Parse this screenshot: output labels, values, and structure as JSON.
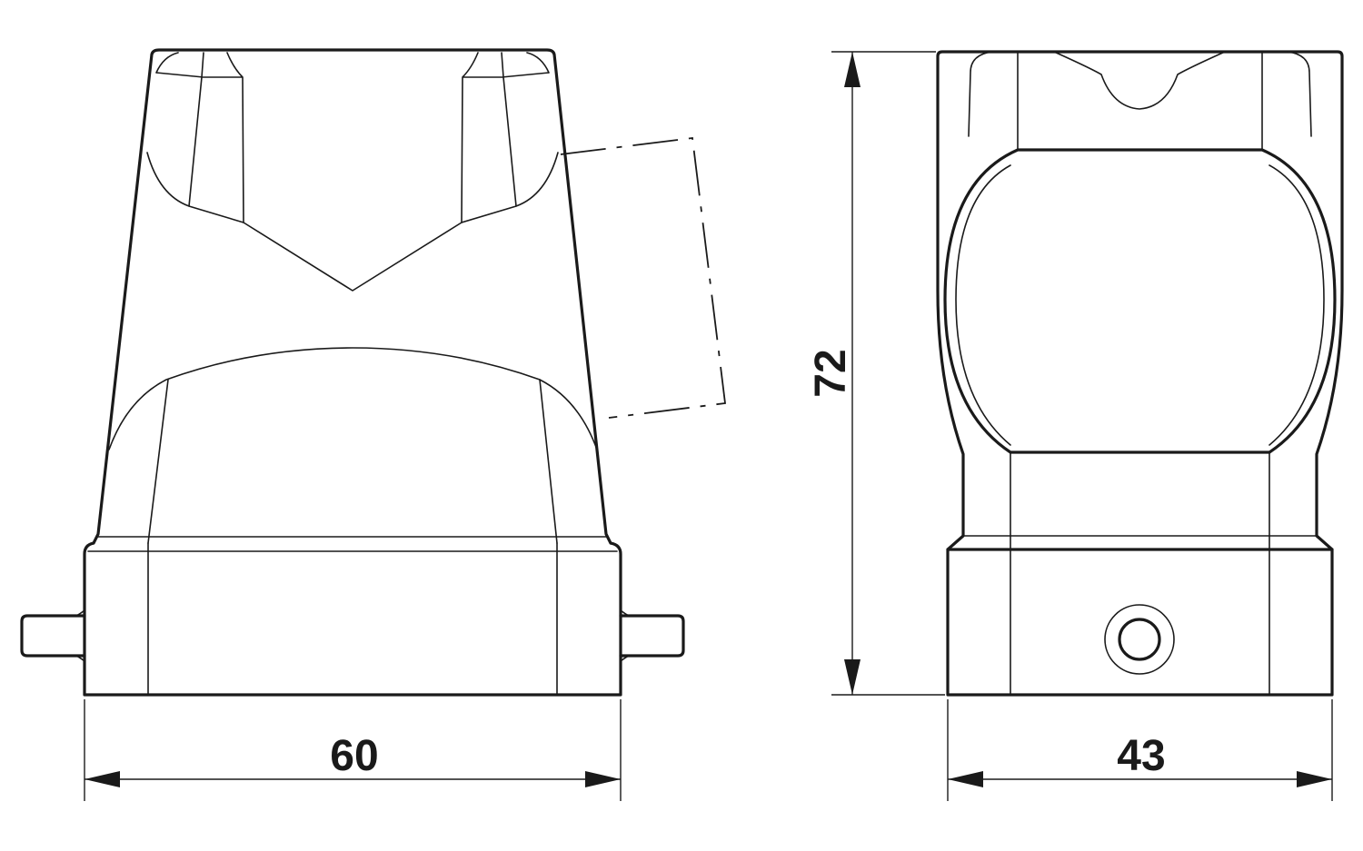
{
  "dimensions": {
    "front_width": "60",
    "side_width": "43",
    "height": "72"
  },
  "colors": {
    "line": "#1a1a1a",
    "background": "#ffffff"
  }
}
